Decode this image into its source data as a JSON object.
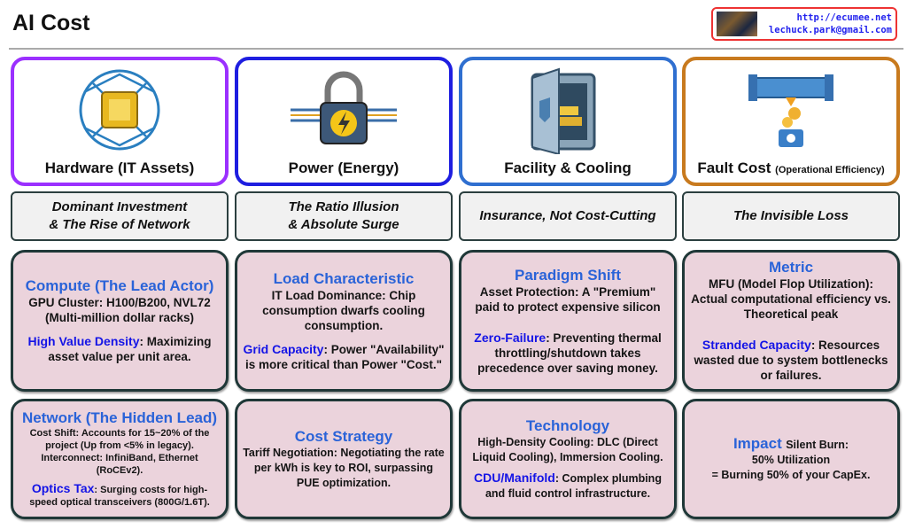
{
  "title": "AI Cost",
  "badge": {
    "url": "http://ecumee.net",
    "email": "lechuck.park@gmail.com"
  },
  "columns": [
    {
      "label": "Hardware (IT Assets)",
      "color": "#9b30ff",
      "icon": "chip-icon",
      "subtitle1": "Dominant Investment",
      "subtitle2": "& The Rise of Network",
      "card1": {
        "heading": "Compute (The Lead Actor)",
        "text": "GPU Cluster: H100/B200, NVL72 (Multi-million dollar racks)",
        "key": "High Value Density",
        "keytext": ": Maximizing asset value per unit area."
      },
      "card2": {
        "heading": "Network (The Hidden Lead)",
        "text": "Cost Shift: Accounts for 15~20% of the project (Up from <5% in legacy). Interconnect: InfiniBand, Ethernet (RoCEv2).",
        "key": "Optics Tax",
        "keytext": ": Surging costs for high-speed optical transceivers (800G/1.6T)."
      }
    },
    {
      "label": "Power (Energy)",
      "color": "#1e1ee0",
      "icon": "power-lock-icon",
      "subtitle1": "The Ratio Illusion",
      "subtitle2": "& Absolute Surge",
      "card1": {
        "heading": "Load Characteristic",
        "text": "IT Load Dominance: Chip consumption dwarfs cooling consumption.",
        "key": "Grid Capacity",
        "keytext": ": Power \"Availability\" is more critical than Power \"Cost.\""
      },
      "card2": {
        "heading": "Cost Strategy",
        "text": "Tariff Negotiation: Negotiating the rate per kWh is key to ROI, surpassing PUE optimization."
      }
    },
    {
      "label": "Facility & Cooling",
      "color": "#2f6fd0",
      "icon": "vault-icon",
      "subtitle1": "Insurance, Not Cost-Cutting",
      "subtitle2": "",
      "card1": {
        "heading": "Paradigm Shift",
        "text": "Asset Protection: A \"Premium\" paid to protect expensive silicon",
        "key": "Zero-Failure",
        "keytext": ": Preventing thermal throttling/shutdown takes precedence over saving money."
      },
      "card2": {
        "heading": "Technology",
        "text": "High-Density Cooling: DLC (Direct Liquid Cooling), Immersion Cooling.",
        "key": "CDU/Manifold",
        "keytext": ": Complex plumbing and fluid control infrastructure."
      }
    },
    {
      "label": "Fault Cost",
      "label_small": "(Operational Efficiency)",
      "color": "#c87a1e",
      "icon": "leaking-pipe-icon",
      "subtitle1": "The Invisible Loss",
      "subtitle2": "",
      "card1": {
        "heading": "Metric",
        "text": "MFU (Model Flop Utilization): Actual computational efficiency vs. Theoretical peak",
        "key": "Stranded Capacity",
        "keytext": ": Resources wasted due to system bottlenecks or failures."
      },
      "card2": {
        "heading": "Impact",
        "heading_tail": "Silent Burn:",
        "text": "50% Utilization",
        "text2": "= Burning 50% of your CapEx."
      }
    }
  ]
}
